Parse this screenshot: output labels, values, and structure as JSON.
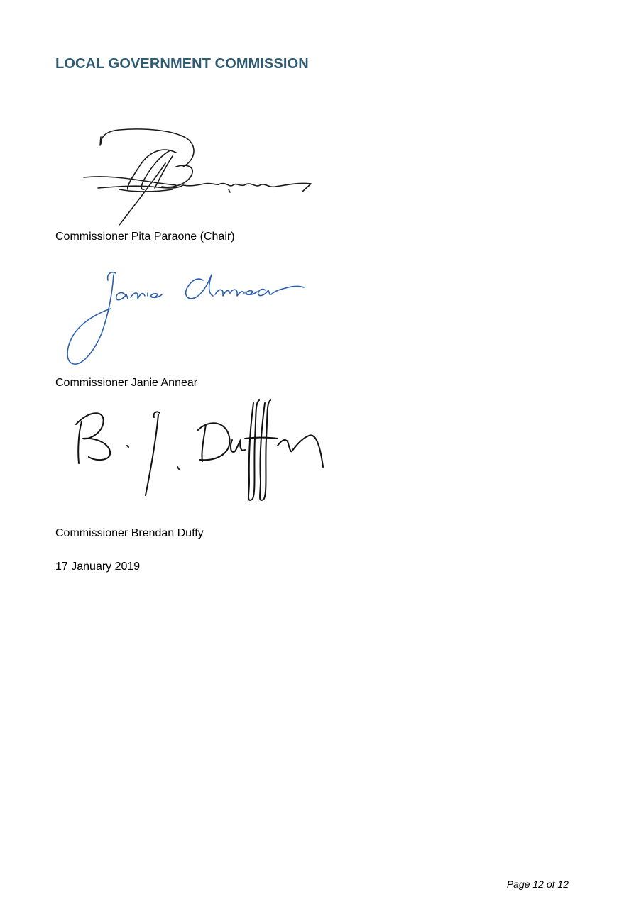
{
  "document": {
    "heading": "LOCAL GOVERNMENT COMMISSION",
    "signatories": [
      {
        "caption": "Commissioner Pita Paraone (Chair)",
        "signature_color": "#1a1a1a"
      },
      {
        "caption": "Commissioner Janie Annear",
        "signature_color": "#2b5fb0"
      },
      {
        "caption": "Commissioner Brendan Duffy",
        "signature_color": "#111111"
      }
    ],
    "date": "17 January 2019",
    "footer": {
      "page_label": "Page 12 of 12"
    }
  }
}
